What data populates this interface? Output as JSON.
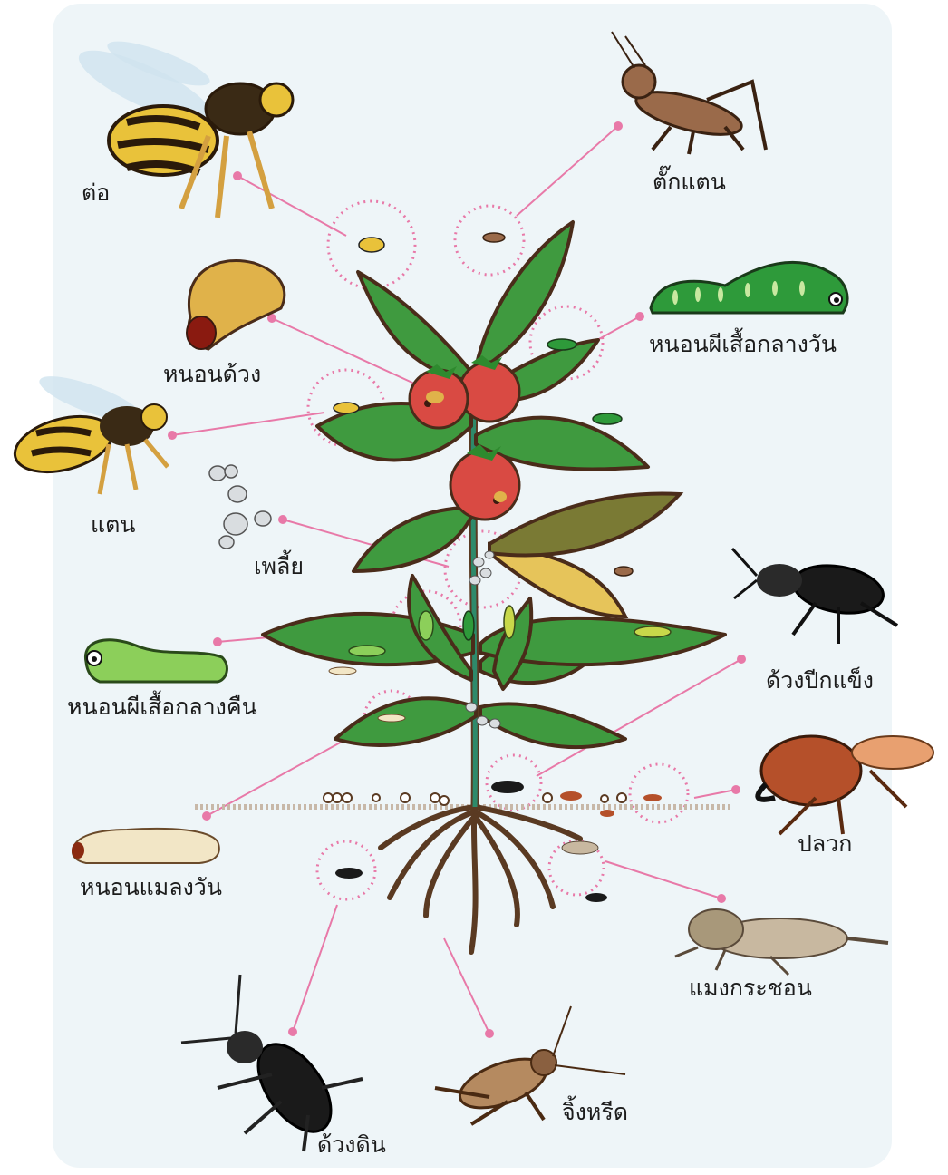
{
  "title": "",
  "colors": {
    "background": "#eef5f8",
    "leader_line": "#e879a8",
    "leaf": "#3f9a3f",
    "leaf_outline": "#4a2c1a",
    "stem": "#2e8a6a",
    "tomato": "#d94a43",
    "root": "#5a3a22",
    "soil_line": "#c8b8a8"
  },
  "labels": {
    "wasp": "ต่อ",
    "grasshopper": "ตั๊กแตน",
    "fruit_borer": "หนอนด้วง",
    "day_caterpillar": "หนอนผีเสื้อกลางวัน",
    "hornet": "แตน",
    "aphid": "เพลี้ย",
    "beetle": "ด้วงปีกแข็ง",
    "night_caterpillar": "หนอนผีเสื้อกลางคืน",
    "mole_cricket_small": "ปลวก",
    "maggot": "หนอนแมลงวัน",
    "mole_cricket": "แมงกระชอน",
    "ground_beetle": "ด้วงดิน",
    "cricket": "จิ้งหรีด"
  },
  "icons": [
    "wasp-icon",
    "grasshopper-icon",
    "grub-icon",
    "caterpillar-icon",
    "aphid-icon",
    "beetle-icon",
    "termite-icon",
    "maggot-icon",
    "mole-cricket-icon",
    "ground-beetle-icon",
    "cricket-icon",
    "tomato-plant-icon"
  ]
}
